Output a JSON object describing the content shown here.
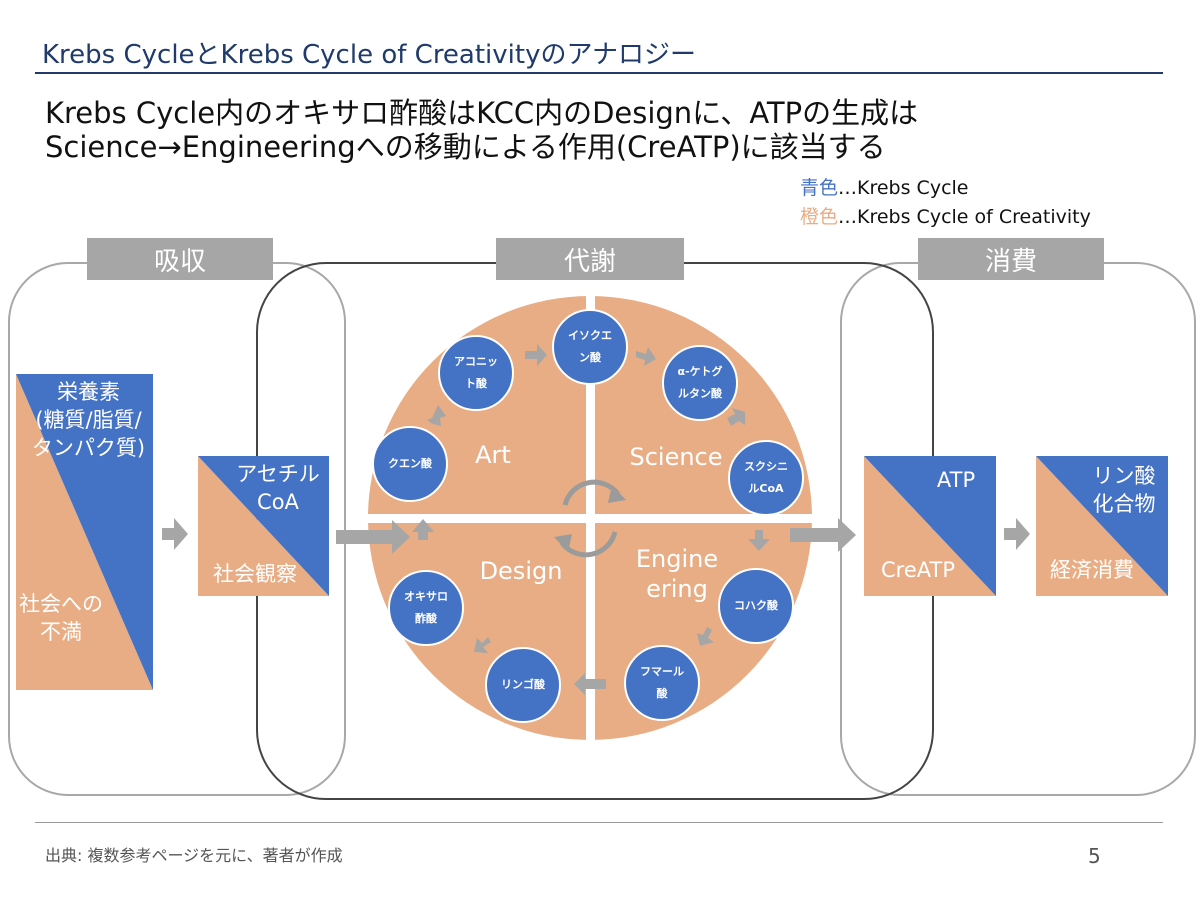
{
  "title": "Krebs CycleとKrebs Cycle of Creativityのアナロジー",
  "subtitle": {
    "line1": "Krebs Cycle内のオキサロ酢酸はKCC内のDesignに、ATPの生成は",
    "line2": "Science→Engineeringへの移動による作用(CreATP)に該当する"
  },
  "legend": {
    "blue_label": "青色",
    "blue_text": "…Krebs Cycle",
    "orange_label": "橙色",
    "orange_text": "…Krebs Cycle of Creativity"
  },
  "phases": {
    "absorb": "吸収",
    "metabolism": "代謝",
    "consume": "消費"
  },
  "boxes": {
    "nutrients": {
      "blue": "栄養素\n(糖質/脂質/\nタンパク質)",
      "orange": "社会への\n不満"
    },
    "acetyl": {
      "blue": "アセチル\nCoA",
      "orange": "社会観察"
    },
    "atp": {
      "blue": "ATP",
      "orange": "CreATP"
    },
    "phosphate": {
      "blue": "リン酸\n化合物",
      "orange": "経済消費"
    }
  },
  "quadrants": {
    "art": "Art",
    "science": "Science",
    "design": "Design",
    "engineering": "Engine\nering"
  },
  "nodes": {
    "isocitrate": "イソクエ\nン酸",
    "ketoglutarate": "α-ケトグ\nルタン酸",
    "succinyl": "スクシニ\nルCoA",
    "succinate": "コハク酸",
    "fumarate": "フマール\n酸",
    "malate": "リンゴ酸",
    "oxaloacetate": "オキサロ\n酢酸",
    "citrate": "クエン酸",
    "aconitate": "アコニッ\nト酸"
  },
  "footer": "出典: 複数参考ページを元に、著者が作成",
  "page_number": "5",
  "colors": {
    "blue": "#4472c4",
    "orange": "#e8ad84",
    "gray": "#a6a6a6",
    "title": "#1f3a6b"
  }
}
